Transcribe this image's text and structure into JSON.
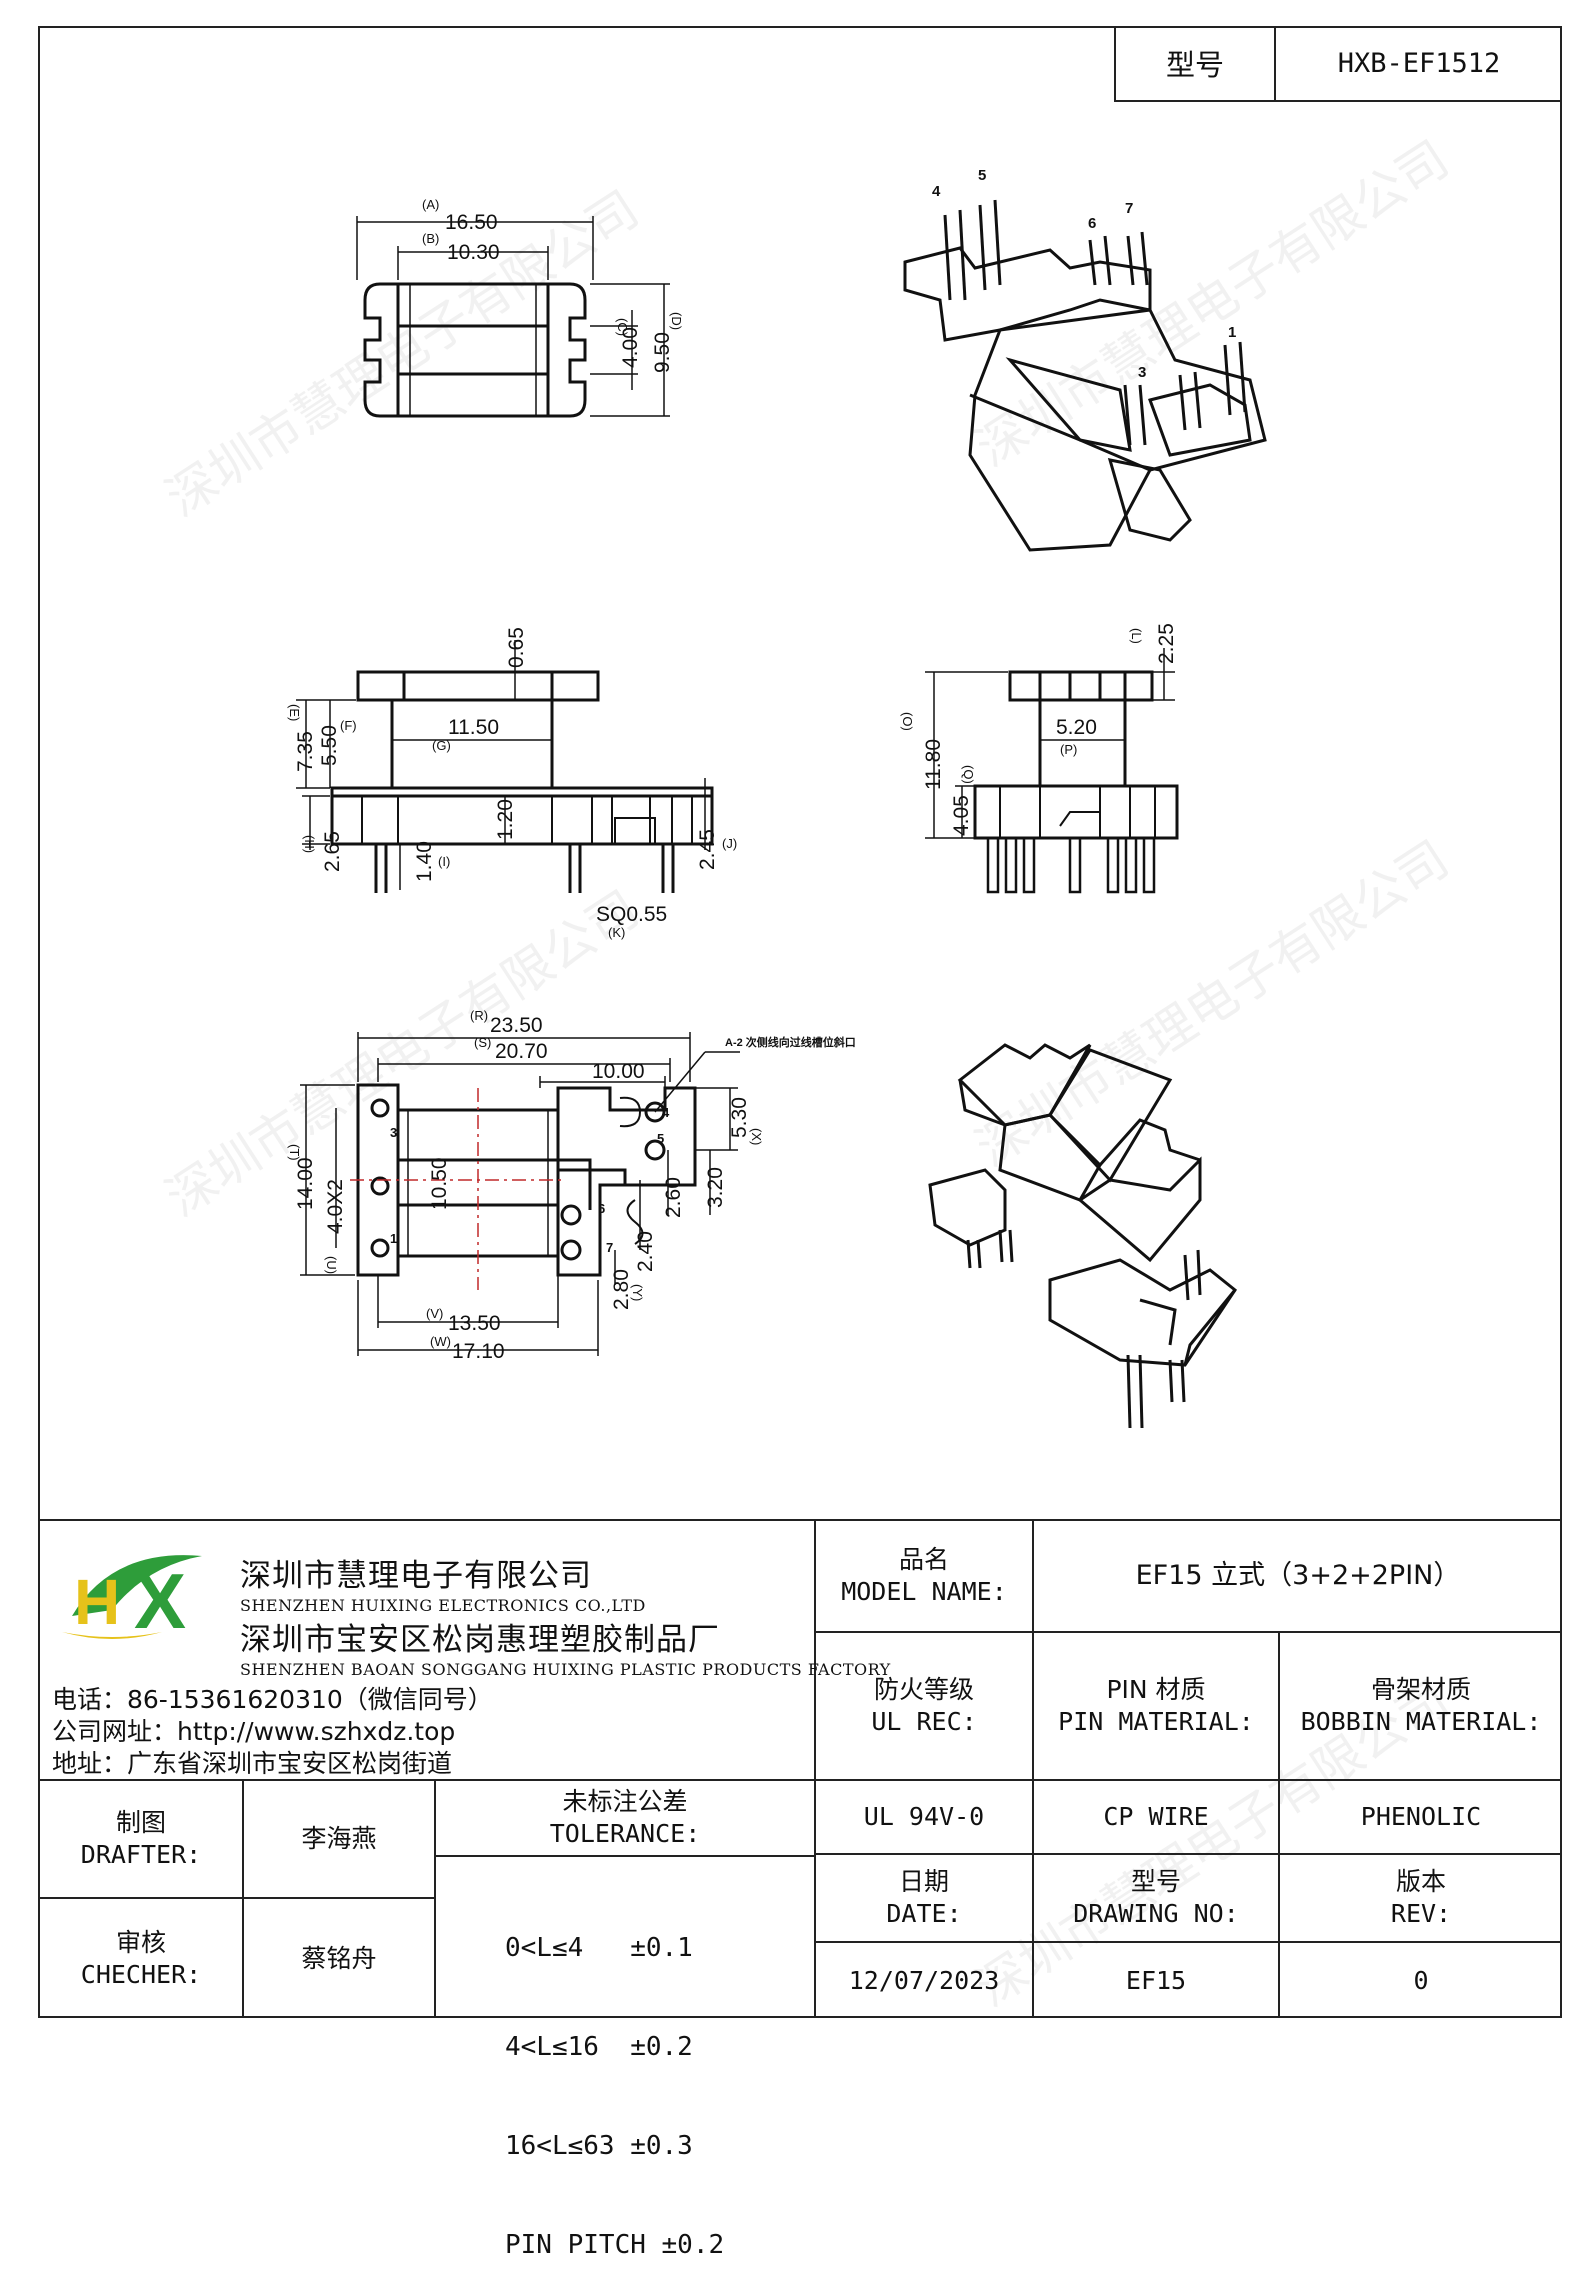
{
  "header": {
    "model_key": "型号",
    "model_value": "HXB-EF1512"
  },
  "watermark": "深圳市慧理电子有限公司",
  "views": {
    "top": {
      "A": "16.50",
      "B": "10.30",
      "C": "4.00",
      "D": "9.50",
      "A_tag": "(A)",
      "B_tag": "(B)",
      "C_tag": "(C)",
      "D_tag": "(D)"
    },
    "side": {
      "d065": "0.65",
      "E": "7.35",
      "F": "5.50",
      "G": "11.50",
      "H": "2.65",
      "I": "1.40",
      "d120": "1.20",
      "J": "2.45",
      "K": "SQ0.55",
      "E_tag": "(E)",
      "F_tag": "(F)",
      "G_tag": "(G)",
      "H_tag": "(H)",
      "I_tag": "(I)",
      "J_tag": "(J)",
      "K_tag": "(K)"
    },
    "end": {
      "L": "2.25",
      "O": "11.80",
      "P": "5.20",
      "Q": "4.05",
      "L_tag": "(L)",
      "O_tag": "(O)",
      "P_tag": "(P)",
      "Q_tag": "(Q)"
    },
    "bottom": {
      "R": "23.50",
      "S": "20.70",
      "d1000": "10.00",
      "T": "14.00",
      "d1050": "10.50",
      "pitch": "4.0X2",
      "d530": "5.30",
      "d320": "3.20",
      "d260": "2.60",
      "d240": "2.40",
      "d280": "2.80",
      "V": "13.50",
      "W": "17.10",
      "note": "A-2 次侧线向过线槽位斜口",
      "R_tag": "(R)",
      "S_tag": "(S)",
      "T_tag": "(T)",
      "U_tag": "(U)",
      "V_tag": "(V)",
      "W_tag": "(W)",
      "X_tag": "(X)",
      "Y_tag": "(Y)"
    },
    "pins": [
      "1",
      "3",
      "4",
      "5",
      "6",
      "7"
    ]
  },
  "company": {
    "name_cn": "深圳市慧理电子有限公司",
    "name_en": "SHENZHEN HUIXING ELECTRONICS CO.,LTD",
    "factory_cn": "深圳市宝安区松岗惠理塑胶制品厂",
    "factory_en": "SHENZHEN BAOAN SONGGANG HUIXING PLASTIC PRODUCTS FACTORY",
    "phone": "电话：86-15361620310（微信同号）",
    "web": "公司网址：http://www.szhxdz.top",
    "address": "地址：广东省深圳市宝安区松岗街道",
    "logo_h": "H",
    "logo_x": "X",
    "logo_colors": {
      "green": "#2e9d3a",
      "yellow": "#e6c21a"
    }
  },
  "title_block": {
    "model_name_cn": "品名",
    "model_name_en": "MODEL NAME:",
    "model_name_value": "EF15 立式（3+2+2PIN）",
    "ul_cn": "防火等级",
    "ul_en": "UL REC:",
    "pin_mat_cn": "PIN 材质",
    "pin_mat_en": "PIN MATERIAL:",
    "bobbin_cn": "骨架材质",
    "bobbin_en": "BOBBIN MATERIAL:",
    "ul_value": "UL 94V-0",
    "pin_value": "CP WIRE",
    "bobbin_value": "PHENOLIC",
    "drafter_cn": "制图",
    "drafter_en": "DRAFTER:",
    "drafter_name": "李海燕",
    "checker_cn": "审核",
    "checker_en": "CHECHER:",
    "checker_name": "蔡铭舟",
    "tol_cn": "未标注公差",
    "tol_en": "TOLERANCE:",
    "tol_lines": [
      "0<L≤4   ±0.1",
      "4<L≤16  ±0.2",
      "16<L≤63 ±0.3",
      "PIN PITCH ±0.2"
    ],
    "date_cn": "日期",
    "date_en": "DATE:",
    "date_value": "12/07/2023",
    "drawing_cn": "型号",
    "drawing_en": "DRAWING NO:",
    "drawing_value": "EF15",
    "rev_cn": "版本",
    "rev_en": "REV:",
    "rev_value": "0"
  }
}
